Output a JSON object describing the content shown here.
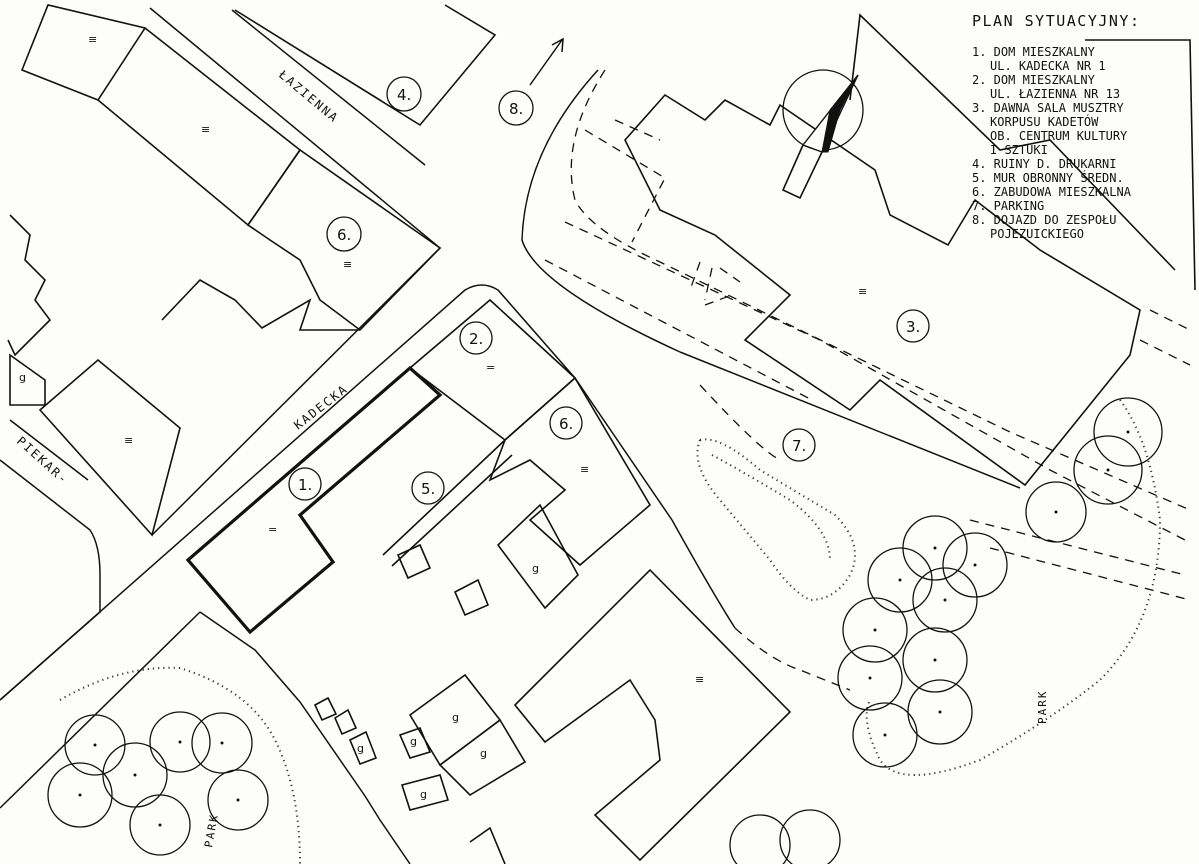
{
  "legend": {
    "title": "PLAN SYTUACYJNY:",
    "items": [
      {
        "lines": [
          "1. DOM MIESZKALNY",
          "UL. KADECKA NR 1"
        ]
      },
      {
        "lines": [
          "2. DOM MIESZKALNY",
          "UL. ŁAZIENNA NR 13"
        ]
      },
      {
        "lines": [
          "3. DAWNA SALA MUSZTRY",
          "KORPUSU KADETÓW",
          "OB. CENTRUM KULTURY",
          "I SZTUKI"
        ]
      },
      {
        "lines": [
          "4. RUINY D. DRUKARNI"
        ]
      },
      {
        "lines": [
          "5. MUR OBRONNY ŚREDN."
        ]
      },
      {
        "lines": [
          "6. ZABUDOWA MIESZKALNA"
        ]
      },
      {
        "lines": [
          "7. PARKING"
        ]
      },
      {
        "lines": [
          "8. DOJAZD DO ZESPOŁU",
          "POJEZUICKIEGO"
        ]
      }
    ]
  },
  "streets": {
    "lazienna": "ŁAZIENNA",
    "kadecka": "KADECKA",
    "piekar": "PIEKAR-"
  },
  "parks": {
    "left": "PARK",
    "right": "PARK"
  },
  "markers": {
    "m1": "1.",
    "m2": "2.",
    "m3": "3.",
    "m4": "4.",
    "m5": "5.",
    "m6a": "6.",
    "m6b": "6.",
    "m7": "7.",
    "m8": "8."
  },
  "symbols": {
    "residential": "≡",
    "double": "=",
    "garage": "g"
  },
  "icons": {
    "north": "north-arrow-icon",
    "access": "access-arrow-icon"
  }
}
